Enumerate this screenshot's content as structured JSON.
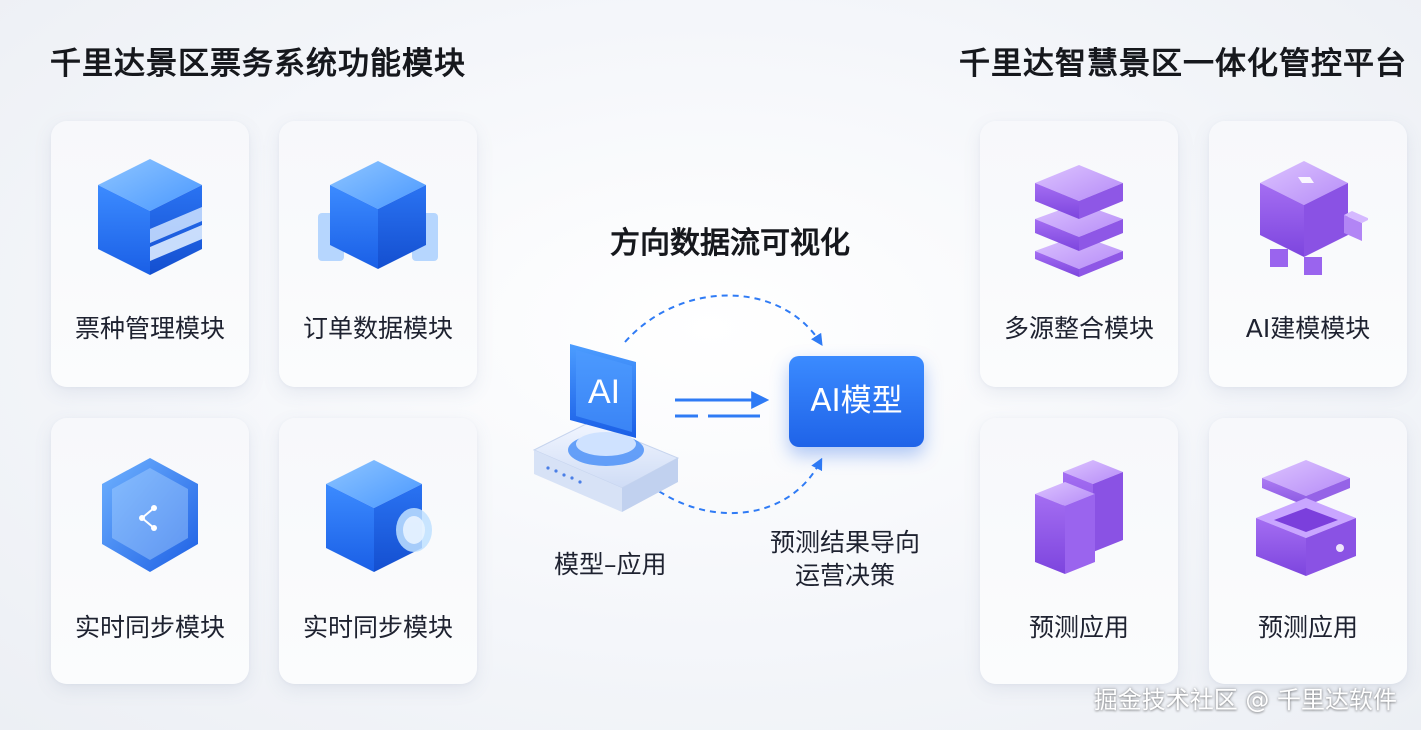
{
  "left_section": {
    "title": "千里达景区票务系统功能模块",
    "cards": [
      {
        "label": "票种管理模块",
        "icon": "blue-cube-stack-icon"
      },
      {
        "label": "订单数据模块",
        "icon": "blue-cube-icon"
      },
      {
        "label": "实时同步模块",
        "icon": "blue-hexagon-shield-icon"
      },
      {
        "label": "实时同步模块",
        "icon": "blue-cube-coin-icon"
      }
    ]
  },
  "center_section": {
    "title": "方向数据流可视化",
    "ai_model_label": "AI模型",
    "app_label": "模型–应用",
    "monitor_text": "AI",
    "predict_label_line1": "预测结果导向",
    "predict_label_line2": "运营决策"
  },
  "right_section": {
    "title": "千里达智慧景区一体化管控平台",
    "cards": [
      {
        "label": "多源整合模块",
        "icon": "purple-layer-stack-icon"
      },
      {
        "label": "AI建模模块",
        "icon": "purple-cube-robot-icon"
      },
      {
        "label": "预测应用",
        "icon": "purple-blocks-icon"
      },
      {
        "label": "预测应用",
        "icon": "purple-box-icon"
      }
    ]
  },
  "watermark": "掘金技术社区 @ 千里达软件",
  "colors": {
    "accent_blue": "#1f63e8",
    "accent_purple": "#9a5ef0",
    "arrow_blue": "#2f7bf5"
  }
}
